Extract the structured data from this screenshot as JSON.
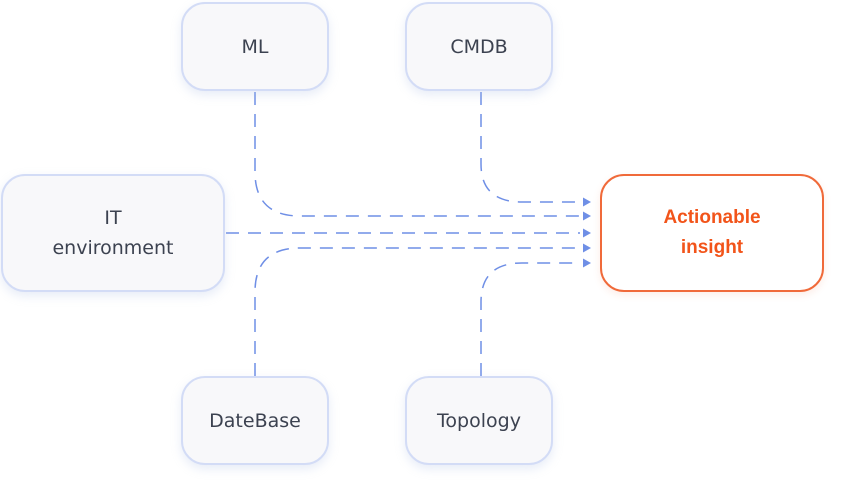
{
  "diagram": {
    "sources": [
      {
        "id": "ml",
        "label": "ML"
      },
      {
        "id": "cmdb",
        "label": "CMDB"
      },
      {
        "id": "it",
        "label": "IT\nenvironment"
      },
      {
        "id": "datebase",
        "label": "DateBase"
      },
      {
        "id": "topology",
        "label": "Topology"
      }
    ],
    "target": {
      "id": "insight",
      "label": "Actionable\ninsight"
    },
    "edges": [
      {
        "from": "ml",
        "to": "insight"
      },
      {
        "from": "cmdb",
        "to": "insight"
      },
      {
        "from": "it",
        "to": "insight"
      },
      {
        "from": "datebase",
        "to": "insight"
      },
      {
        "from": "topology",
        "to": "insight"
      }
    ],
    "colors": {
      "connector": "#6f8fe6",
      "node_border": "#d3dcf6",
      "node_fill": "#f8f8fa",
      "node_text": "#3c4250",
      "target_border": "#f06a3a",
      "target_text": "#f2541a"
    }
  }
}
